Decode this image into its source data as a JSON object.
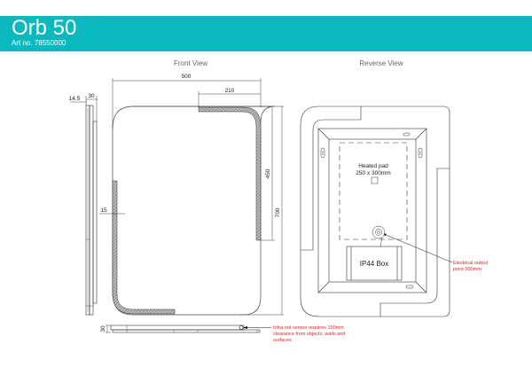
{
  "header": {
    "title": "Orb 50",
    "subtitle": "Art no. 78550000",
    "background_color": "#0ab9bd"
  },
  "front_view": {
    "label": "Front View",
    "dimensions": {
      "width": "500",
      "led_top_width": "210",
      "led_side_height": "450",
      "height": "700",
      "led_inset": "15"
    }
  },
  "side_profile": {
    "dimensions": {
      "depth_offset": "14.5",
      "depth": "30"
    }
  },
  "bottom_profile": {
    "dimensions": {
      "depth": "30"
    },
    "note": {
      "lines": [
        "Infra red sensor requires 150mm",
        "clearance from objects, walls and",
        "surfaces"
      ],
      "color": "#e8202a"
    }
  },
  "reverse_view": {
    "label": "Reverse View",
    "heated_pad": {
      "lines": [
        "Heated pad",
        "250 x 300mm"
      ]
    },
    "ip_box": "IP44 Box",
    "note": {
      "lines": [
        "Electrical output",
        "point 500mm"
      ],
      "color": "#e8202a"
    }
  }
}
